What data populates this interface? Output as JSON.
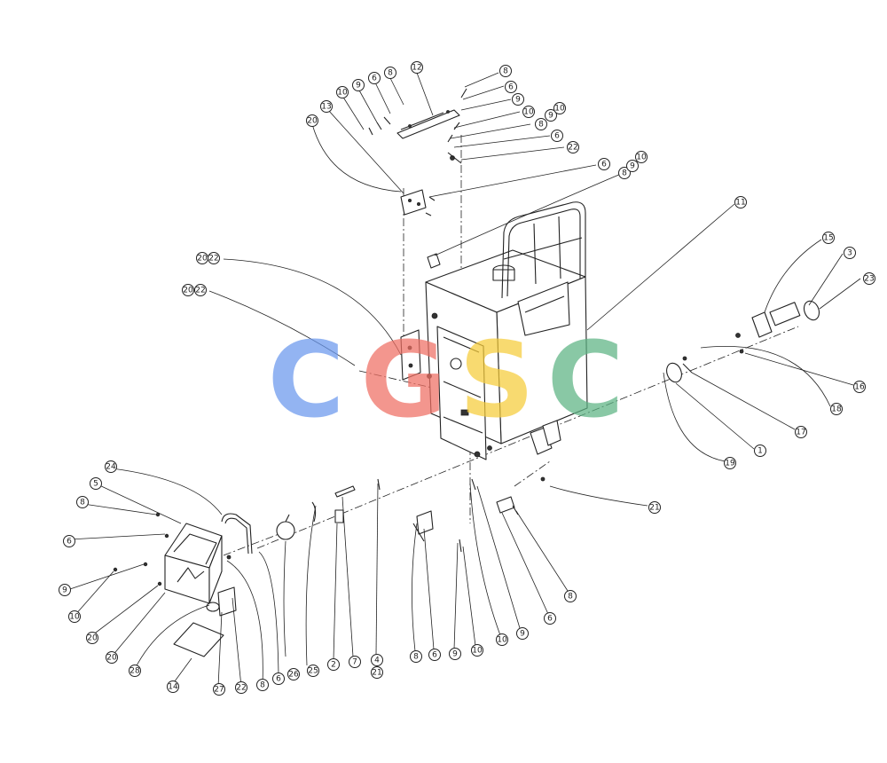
{
  "diagram": {
    "watermark": {
      "letters": [
        {
          "char": "C",
          "color": "#6a98ee"
        },
        {
          "char": "G",
          "color": "#ef6f63"
        },
        {
          "char": "S",
          "color": "#f6cc3a"
        },
        {
          "char": "C",
          "color": "#5cb383"
        }
      ]
    },
    "callouts": {
      "c1": "1",
      "c2": "2",
      "c3": "3",
      "c4": "4",
      "c5": "5",
      "c6": "6",
      "c7": "7",
      "c8": "8",
      "c9": "9",
      "c10": "10",
      "c11": "11",
      "c12": "12",
      "c13": "13",
      "c14": "14",
      "c15": "15",
      "c16": "16",
      "c17": "17",
      "c18": "18",
      "c19": "19",
      "c20": "20",
      "c21": "21",
      "c22": "22",
      "c23": "23",
      "c24": "24",
      "c25": "25",
      "c26": "26",
      "c27": "27",
      "c28": "28"
    }
  }
}
